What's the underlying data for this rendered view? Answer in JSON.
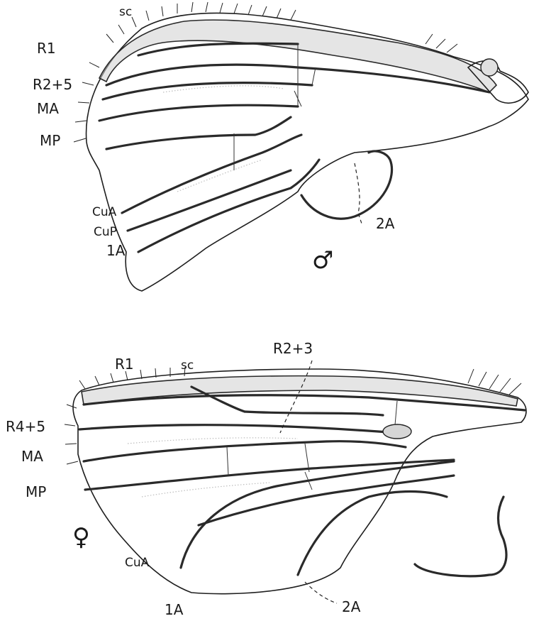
{
  "male_wing": {
    "sex_symbol": "♂",
    "labels": {
      "sc": "sc",
      "r1": "R1",
      "r2_5": "R2+5",
      "ma": "MA",
      "mp": "MP",
      "cua": "CuA",
      "cup": "CuP",
      "a1": "1A",
      "a2": "2A"
    }
  },
  "female_wing": {
    "sex_symbol": "♀",
    "labels": {
      "r1": "R1",
      "sc": "sc",
      "r2_3": "R2+3",
      "r4_5": "R4+5",
      "ma": "MA",
      "mp": "MP",
      "cua": "CuA",
      "a1": "1A",
      "a2": "2A"
    }
  }
}
